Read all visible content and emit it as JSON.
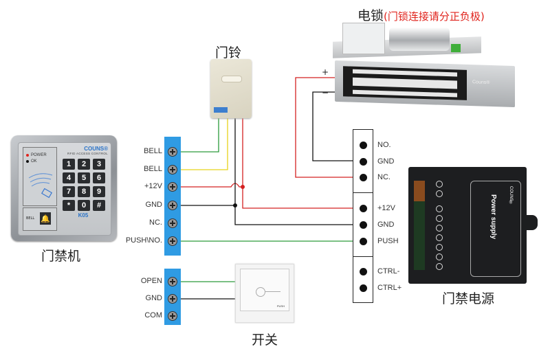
{
  "titles": {
    "electric_lock": "电锁",
    "electric_lock_note": "(门锁连接请分正负极)",
    "doorbell": "门铃",
    "access_controller": "门禁机",
    "power_supply": "门禁电源",
    "exit_switch": "开关"
  },
  "colors": {
    "note_red": "#e0231c",
    "strip_blue": "#2f9be3",
    "wire_red": "#d42020",
    "wire_green": "#2a9a3a",
    "wire_yellow": "#e8d31a",
    "wire_black": "#111111"
  },
  "maglock": {
    "plus": "+",
    "minus": "−",
    "brand": "Couns®"
  },
  "keypad": {
    "led_power": "POWER",
    "led_ok": "OK",
    "brand": "COUNS®",
    "subtitle": "RFID ACCESS CONTROL",
    "keys": [
      "1",
      "2",
      "3",
      "4",
      "5",
      "6",
      "7",
      "8",
      "9",
      "*",
      "0",
      "#"
    ],
    "bell_label": "BELL",
    "bell_icon": "bell-icon",
    "model": "K05"
  },
  "controller_terminals": [
    "BELL",
    "BELL",
    "+12V",
    "GND",
    "NC.",
    "PUSH\\NO."
  ],
  "switch_terminals": [
    "OPEN",
    "GND",
    "COM"
  ],
  "switch_device": {
    "label": "PUSH"
  },
  "psu_terminals": [
    "NO.",
    "GND",
    "NC.",
    "+12V",
    "GND",
    "PUSH",
    "CTRL-",
    "CTRL+"
  ],
  "psu_device": {
    "brand": "COUNS®",
    "title": "Power supply"
  },
  "wiring": [
    {
      "from": "controller.BELL(1)",
      "to": "doorbell",
      "color": "green"
    },
    {
      "from": "controller.BELL(2)",
      "to": "doorbell",
      "color": "yellow"
    },
    {
      "from": "controller.+12V",
      "to": "doorbell(+) & psu.+12V",
      "color": "red"
    },
    {
      "from": "controller.GND",
      "to": "doorbell(-) & psu.GND",
      "color": "black"
    },
    {
      "from": "controller.PUSH\\NO.",
      "to": "psu.PUSH",
      "color": "green"
    },
    {
      "from": "maglock.+",
      "to": "psu.NC.",
      "color": "red"
    },
    {
      "from": "maglock.-",
      "to": "psu.GND",
      "color": "black"
    },
    {
      "from": "switch.OPEN",
      "to": "exit_switch",
      "color": "green"
    },
    {
      "from": "switch.GND",
      "to": "exit_switch",
      "color": "black"
    }
  ]
}
